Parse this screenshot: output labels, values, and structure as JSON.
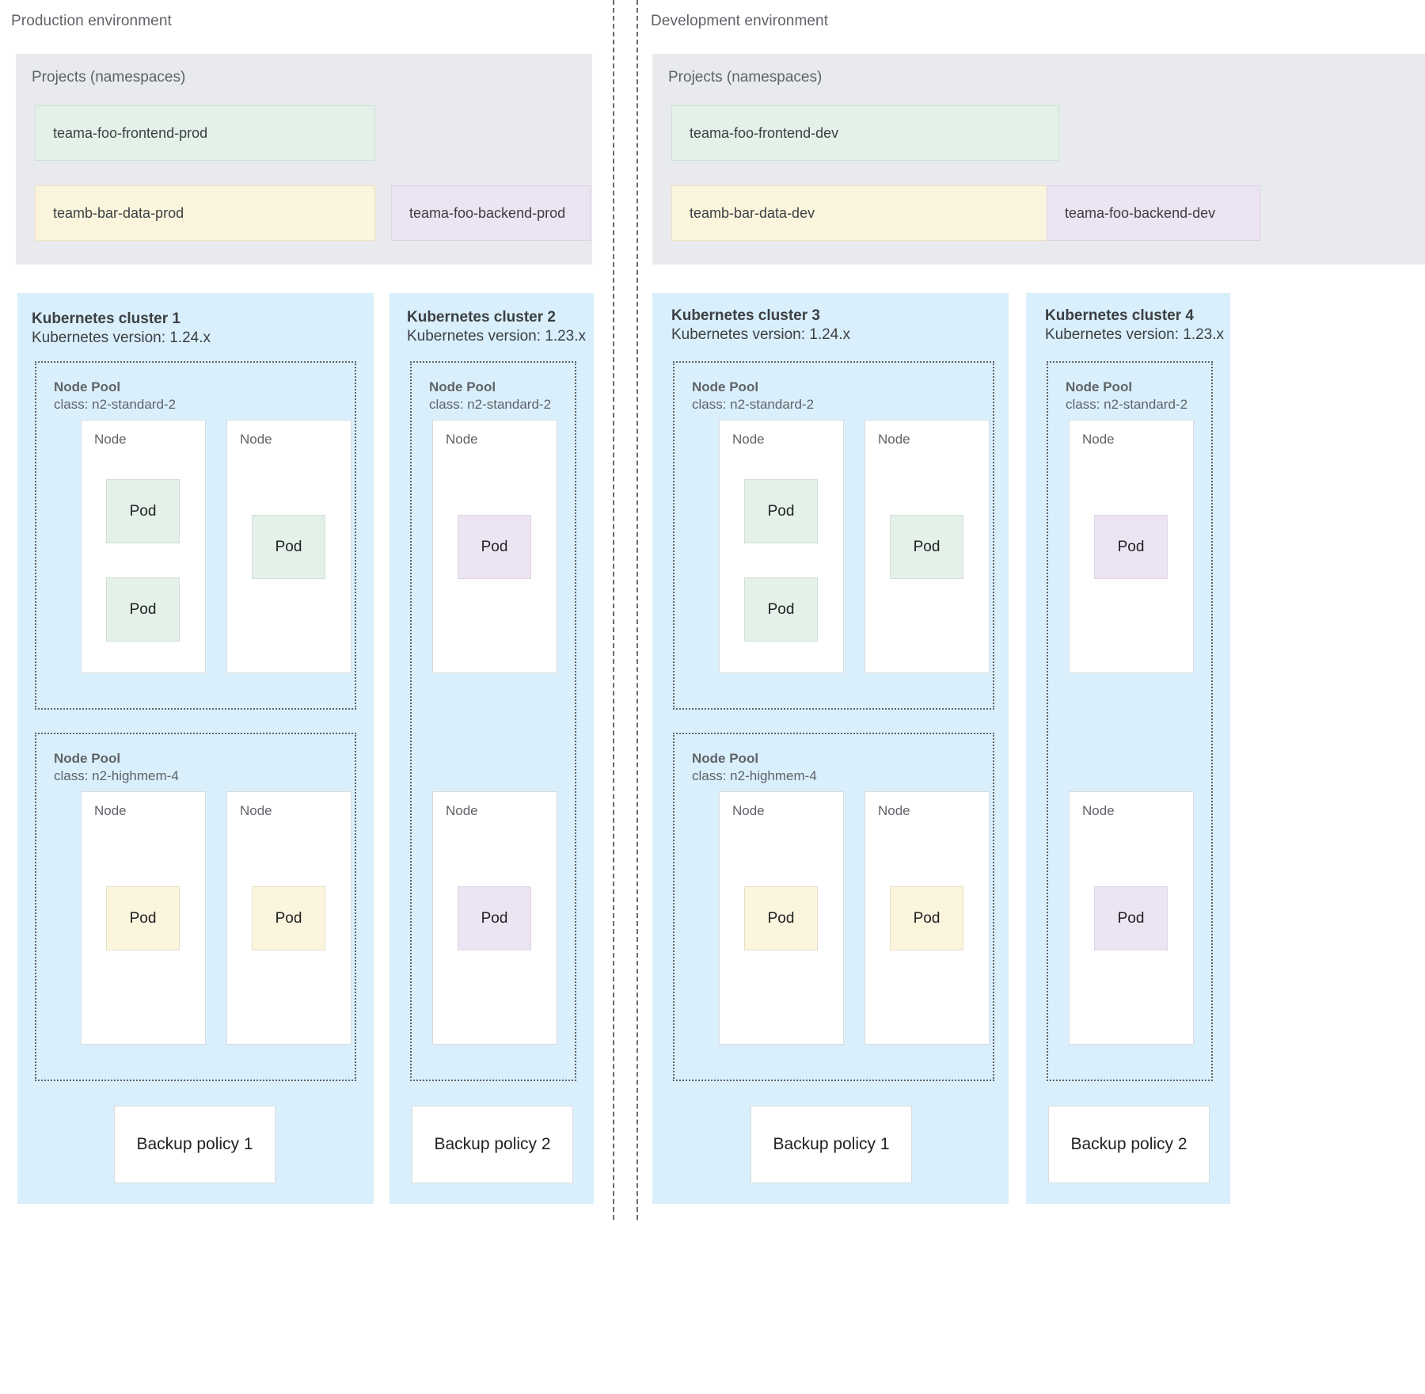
{
  "environments": [
    {
      "title": "Production environment",
      "projects": {
        "label": "Projects (namespaces)",
        "items": [
          {
            "name": "teama-foo-frontend-prod",
            "color": "green"
          },
          {
            "name": "teamb-bar-data-prod",
            "color": "yellow"
          },
          {
            "name": "teama-foo-backend-prod",
            "color": "purple"
          }
        ]
      },
      "clusters": [
        {
          "title": "Kubernetes cluster 1",
          "version": "Kubernetes version: 1.24.x",
          "nodepools": [
            {
              "title": "Node Pool",
              "class": "class: n2-standard-2"
            },
            {
              "title": "Node Pool",
              "class": "class: n2-highmem-4"
            }
          ],
          "node_label": "Node",
          "pod_label": "Pod",
          "backup": "Backup policy 1"
        },
        {
          "title": "Kubernetes cluster 2",
          "version": "Kubernetes version: 1.23.x",
          "nodepools": [
            {
              "title": "Node Pool",
              "class": "class: n2-standard-2"
            }
          ],
          "node_label": "Node",
          "pod_label": "Pod",
          "backup": "Backup policy 2"
        }
      ]
    },
    {
      "title": "Development environment",
      "projects": {
        "label": "Projects (namespaces)",
        "items": [
          {
            "name": "teama-foo-frontend-dev",
            "color": "green"
          },
          {
            "name": "teamb-bar-data-dev",
            "color": "yellow"
          },
          {
            "name": "teama-foo-backend-dev",
            "color": "purple"
          }
        ]
      },
      "clusters": [
        {
          "title": "Kubernetes cluster 3",
          "version": "Kubernetes version: 1.24.x",
          "nodepools": [
            {
              "title": "Node Pool",
              "class": "class: n2-standard-2"
            },
            {
              "title": "Node Pool",
              "class": "class: n2-highmem-4"
            }
          ],
          "node_label": "Node",
          "pod_label": "Pod",
          "backup": "Backup policy 1"
        },
        {
          "title": "Kubernetes cluster 4",
          "version": "Kubernetes version: 1.23.x",
          "nodepools": [
            {
              "title": "Node Pool",
              "class": "class: n2-standard-2"
            }
          ],
          "node_label": "Node",
          "pod_label": "Pod",
          "backup": "Backup policy 2"
        }
      ]
    }
  ],
  "colors": {
    "cluster_bg": "#d9effb",
    "projects_bg": "#e8eaed",
    "pod_green": "#e3f1e9",
    "pod_yellow": "#fcf5dd",
    "pod_purple": "#ece4f3",
    "text_muted": "#5f6368",
    "text_primary": "#3c4043"
  }
}
